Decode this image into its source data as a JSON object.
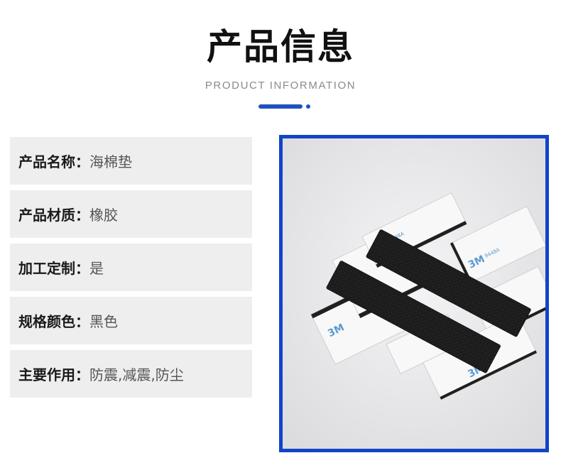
{
  "header": {
    "title": "产品信息",
    "subtitle": "PRODUCT INFORMATION"
  },
  "info": [
    {
      "label": "产品名称：",
      "value": "海棉垫"
    },
    {
      "label": "产品材质：",
      "value": "橡胶"
    },
    {
      "label": "加工定制：",
      "value": "是"
    },
    {
      "label": "规格颜色：",
      "value": "黑色"
    },
    {
      "label": "主要作用：",
      "value": "防震,减震,防尘"
    }
  ],
  "photo": {
    "tape_brand": "3M",
    "tape_model": "9448A",
    "frame_color": "#1145c7",
    "foam_color": "#1c1c1c"
  }
}
